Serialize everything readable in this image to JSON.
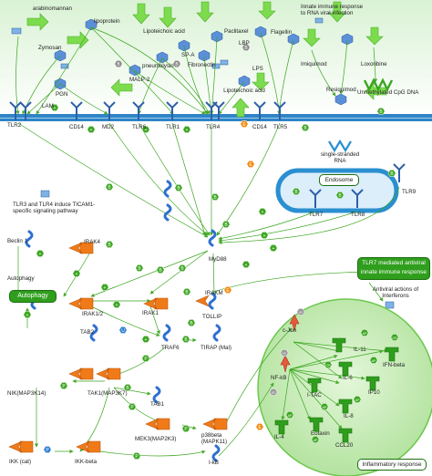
{
  "ligands": {
    "arabinomannan": "arabinomannan",
    "lipoprotein": "lipoprotein",
    "lipoteichoic_acid_top": "Lipoteichoic acid",
    "paclitaxel": "Paclitaxel",
    "flagellin": "Flagellin",
    "innate_immune": "Innate immune response to RNA viral infection",
    "zymosan": "Zymosan",
    "sp_a": "SP-A",
    "lbp": "LBP",
    "pneumolysin": "pneumolysin",
    "fibronectin": "Fibronectin",
    "lps": "LPS",
    "imiquimod": "Imiquimod",
    "loxoribine": "Loxoribine",
    "pgn": "PGN",
    "malp2": "MALP-2",
    "lipoteichoic_acid_mid": "Lipoteichoic acid",
    "resiquimod": "Resiquimod",
    "unmethylated_cpg": "Unmethylated CpG DNA",
    "lam": "LAM"
  },
  "receptors": {
    "tlr2": "TLR2",
    "cd14": "CD14",
    "md2": "MD2",
    "tlr6": "TLR6",
    "tlr1": "TLR1",
    "tlr4": "TLR4",
    "cd14_b": "CD14",
    "tlr5": "TLR5",
    "tlr9": "TLR9",
    "tlr7": "TLR7",
    "tlr8": "TLR8"
  },
  "endosome": {
    "ssrna": "single-stranded RNA",
    "label": "Endosome"
  },
  "signaling": {
    "tlr3_note": "TLR3 and TLR4 induce TICAM1-specific signaling pathway",
    "beclin": "Beclin 1",
    "irak4": "IRAK4",
    "myd88": "MyD88",
    "autophagy_label": "Autophagy",
    "autophagy_box": "Autophagy",
    "irak12": "IRAK1/2",
    "irak1": "IRAK1",
    "tollip": "TOLLIP",
    "irakm": "IRAKM",
    "tab2": "TAB2",
    "traf6": "TRAF6",
    "tirap": "TIRAP (Mal)",
    "nik": "NIK(MAP3K14)",
    "tak1": "TAK1(MAP3K7)",
    "tab1": "TAB1",
    "mek3": "MEK3(MAP2K3)",
    "p38beta": "p38beta (MAPK11)",
    "ikk_a": "IKK (cat)",
    "ikk_beta": "IKK-beta",
    "ikb": "I-kB"
  },
  "antiviral": {
    "box": "TLR7 mediated antiviral innate immune response",
    "note": "Antiviral actions of Interferons"
  },
  "nucleus": {
    "c_jun": "c-Jun",
    "il11": "IL-11",
    "nfkb": "NF-kB",
    "il6": "IL-6",
    "ifn_beta": "IFN-beta",
    "itac": "I-TAC",
    "ip10": "IP10",
    "eotaxin": "Eotaxin",
    "il8": "IL-8",
    "il4": "IL-4",
    "ccl20": "CCL20",
    "box": "Inflammatory response"
  },
  "badges": {
    "plus": "+",
    "binding": "B",
    "phospho": "P",
    "expression": "E",
    "ubiquitin": "U",
    "unknown": "?",
    "inhibition": "IR",
    "ap": "AP",
    "gs": "GS",
    "gr": "GR"
  },
  "colors": {
    "membrane": "#2f84c6",
    "green_bg_top": "#cfeecb",
    "arrow_green": "#6fd94a",
    "badge_green": "#3aa51f",
    "badge_orange": "#f28a10",
    "protein_blue": "#2e7fd0",
    "kinase_orange": "#f07a18",
    "tf_green": "#2f9e1d",
    "nucleus_fill": "#bfe9b0",
    "endosome": "#2a8fd0"
  }
}
